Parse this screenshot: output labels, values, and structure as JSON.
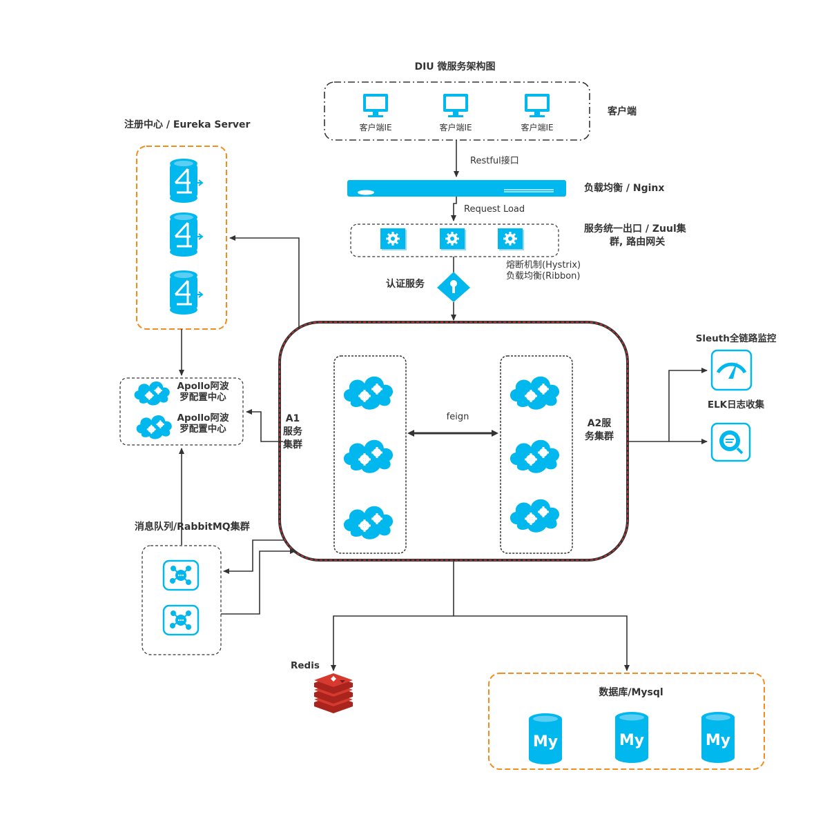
{
  "title": "DIU 微服务架构图",
  "client": {
    "label": "客户端",
    "items": [
      "客户端IE",
      "客户端IE",
      "客户端IE"
    ],
    "restful": "Restful接口"
  },
  "nginx": {
    "label": "负载均衡 / Nginx",
    "request_load": "Request Load"
  },
  "zuul": {
    "label_line1": "服务统一出口 / Zuul集",
    "label_line2": "群, 路由网关",
    "note_line1": "熔断机制(Hystrix)",
    "note_line2": "负载均衡(Ribbon)"
  },
  "auth": {
    "label": "认证服务"
  },
  "eureka": {
    "label": "注册中心 / Eureka Server"
  },
  "apollo": {
    "items": [
      {
        "line1": "Apollo阿波",
        "line2": "罗配置中心"
      },
      {
        "line1": "Apollo阿波",
        "line2": "罗配置中心"
      }
    ]
  },
  "a1": {
    "line1": "A1",
    "line2": "服务",
    "line3": "集群"
  },
  "a2": {
    "line1": "A2服",
    "line2": "务集群"
  },
  "feign": "feign",
  "sleuth": {
    "label": "Sleuth全链路监控"
  },
  "elk": {
    "label": "ELK日志收集"
  },
  "mq": {
    "label": "消息队列/RabbitMQ集群"
  },
  "redis": {
    "label": "Redis"
  },
  "mysql": {
    "label": "数据库/Mysql",
    "icon_text": "My"
  },
  "colors": {
    "accent": "#00b7ee",
    "dashed_orange": "#f28c1e",
    "red_border": "#e03131",
    "redis_red": "#d63a2f"
  }
}
